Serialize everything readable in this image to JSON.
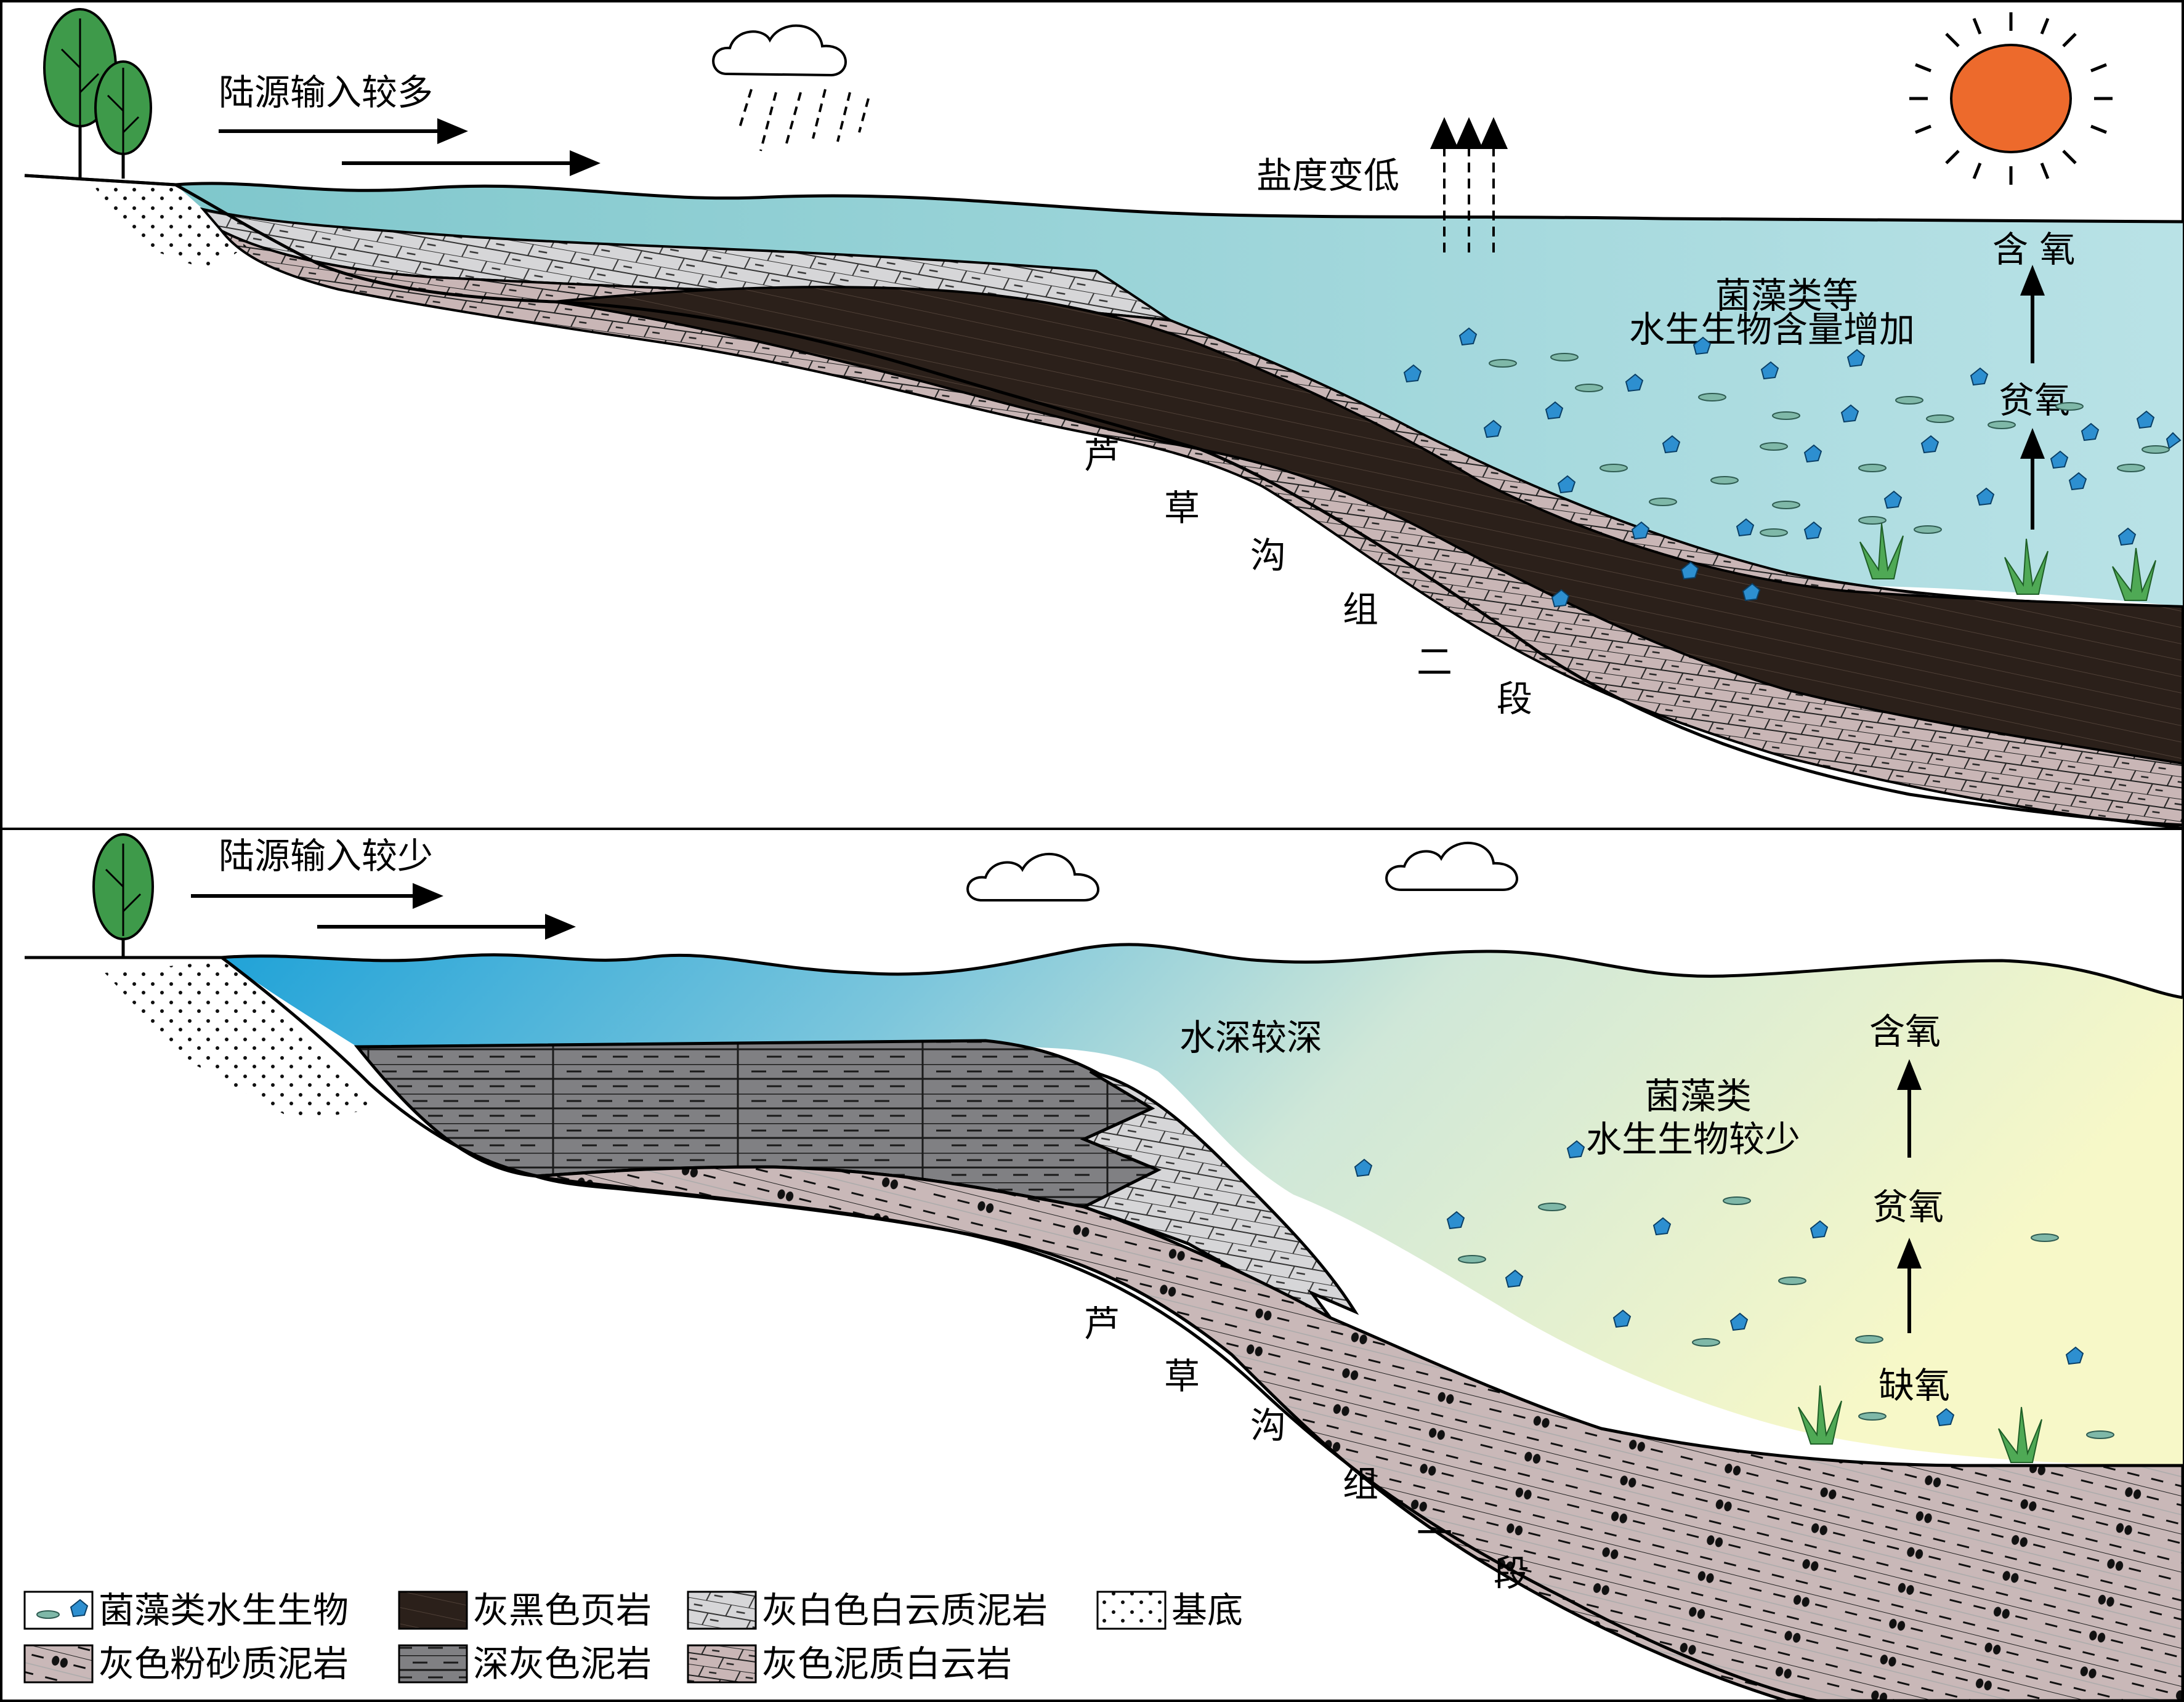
{
  "top_panel": {
    "terrestrial_input": "陆源输入较多",
    "salinity": "盐度变低",
    "organisms_line1": "菌藻类等",
    "organisms_line2": "水生生物含量增加",
    "oxic": "含 氧",
    "suboxic": "贫氧",
    "formation_chars": [
      "芦",
      "草",
      "沟",
      "组",
      "二",
      "段"
    ]
  },
  "bottom_panel": {
    "terrestrial_input": "陆源输入较少",
    "water_depth": "水深较深",
    "organisms_line1": "菌藻类",
    "organisms_line2": "水生生物较少",
    "oxic": "含氧",
    "suboxic": "贫氧",
    "anoxic": "缺氧",
    "formation_chars": [
      "芦",
      "草",
      "沟",
      "组",
      "一",
      "段"
    ]
  },
  "legend": [
    {
      "icon": "algae-symbol",
      "label": "菌藻类水生生物"
    },
    {
      "icon": "black-shale-pattern",
      "label": "灰黑色页岩"
    },
    {
      "icon": "dolomitic-mudstone-pattern",
      "label": "灰白色白云质泥岩"
    },
    {
      "icon": "basement-pattern",
      "label": "基底"
    },
    {
      "icon": "silty-mudstone-pattern",
      "label": "灰色粉砂质泥岩"
    },
    {
      "icon": "dark-mudstone-pattern",
      "label": "深灰色泥岩"
    },
    {
      "icon": "argillaceous-dolomite-pattern",
      "label": "灰色泥质白云岩"
    }
  ],
  "colors": {
    "water_top": "#a8d9df",
    "black_shale": "#2b201a",
    "brown_dolomite": "#c9b6b6",
    "light_grey": "#d2d2d4",
    "dark_grey": "#7f7f81",
    "sun": "#ed6a2c",
    "algae": "#2d8fd0",
    "tree": "#3e9a4a"
  }
}
